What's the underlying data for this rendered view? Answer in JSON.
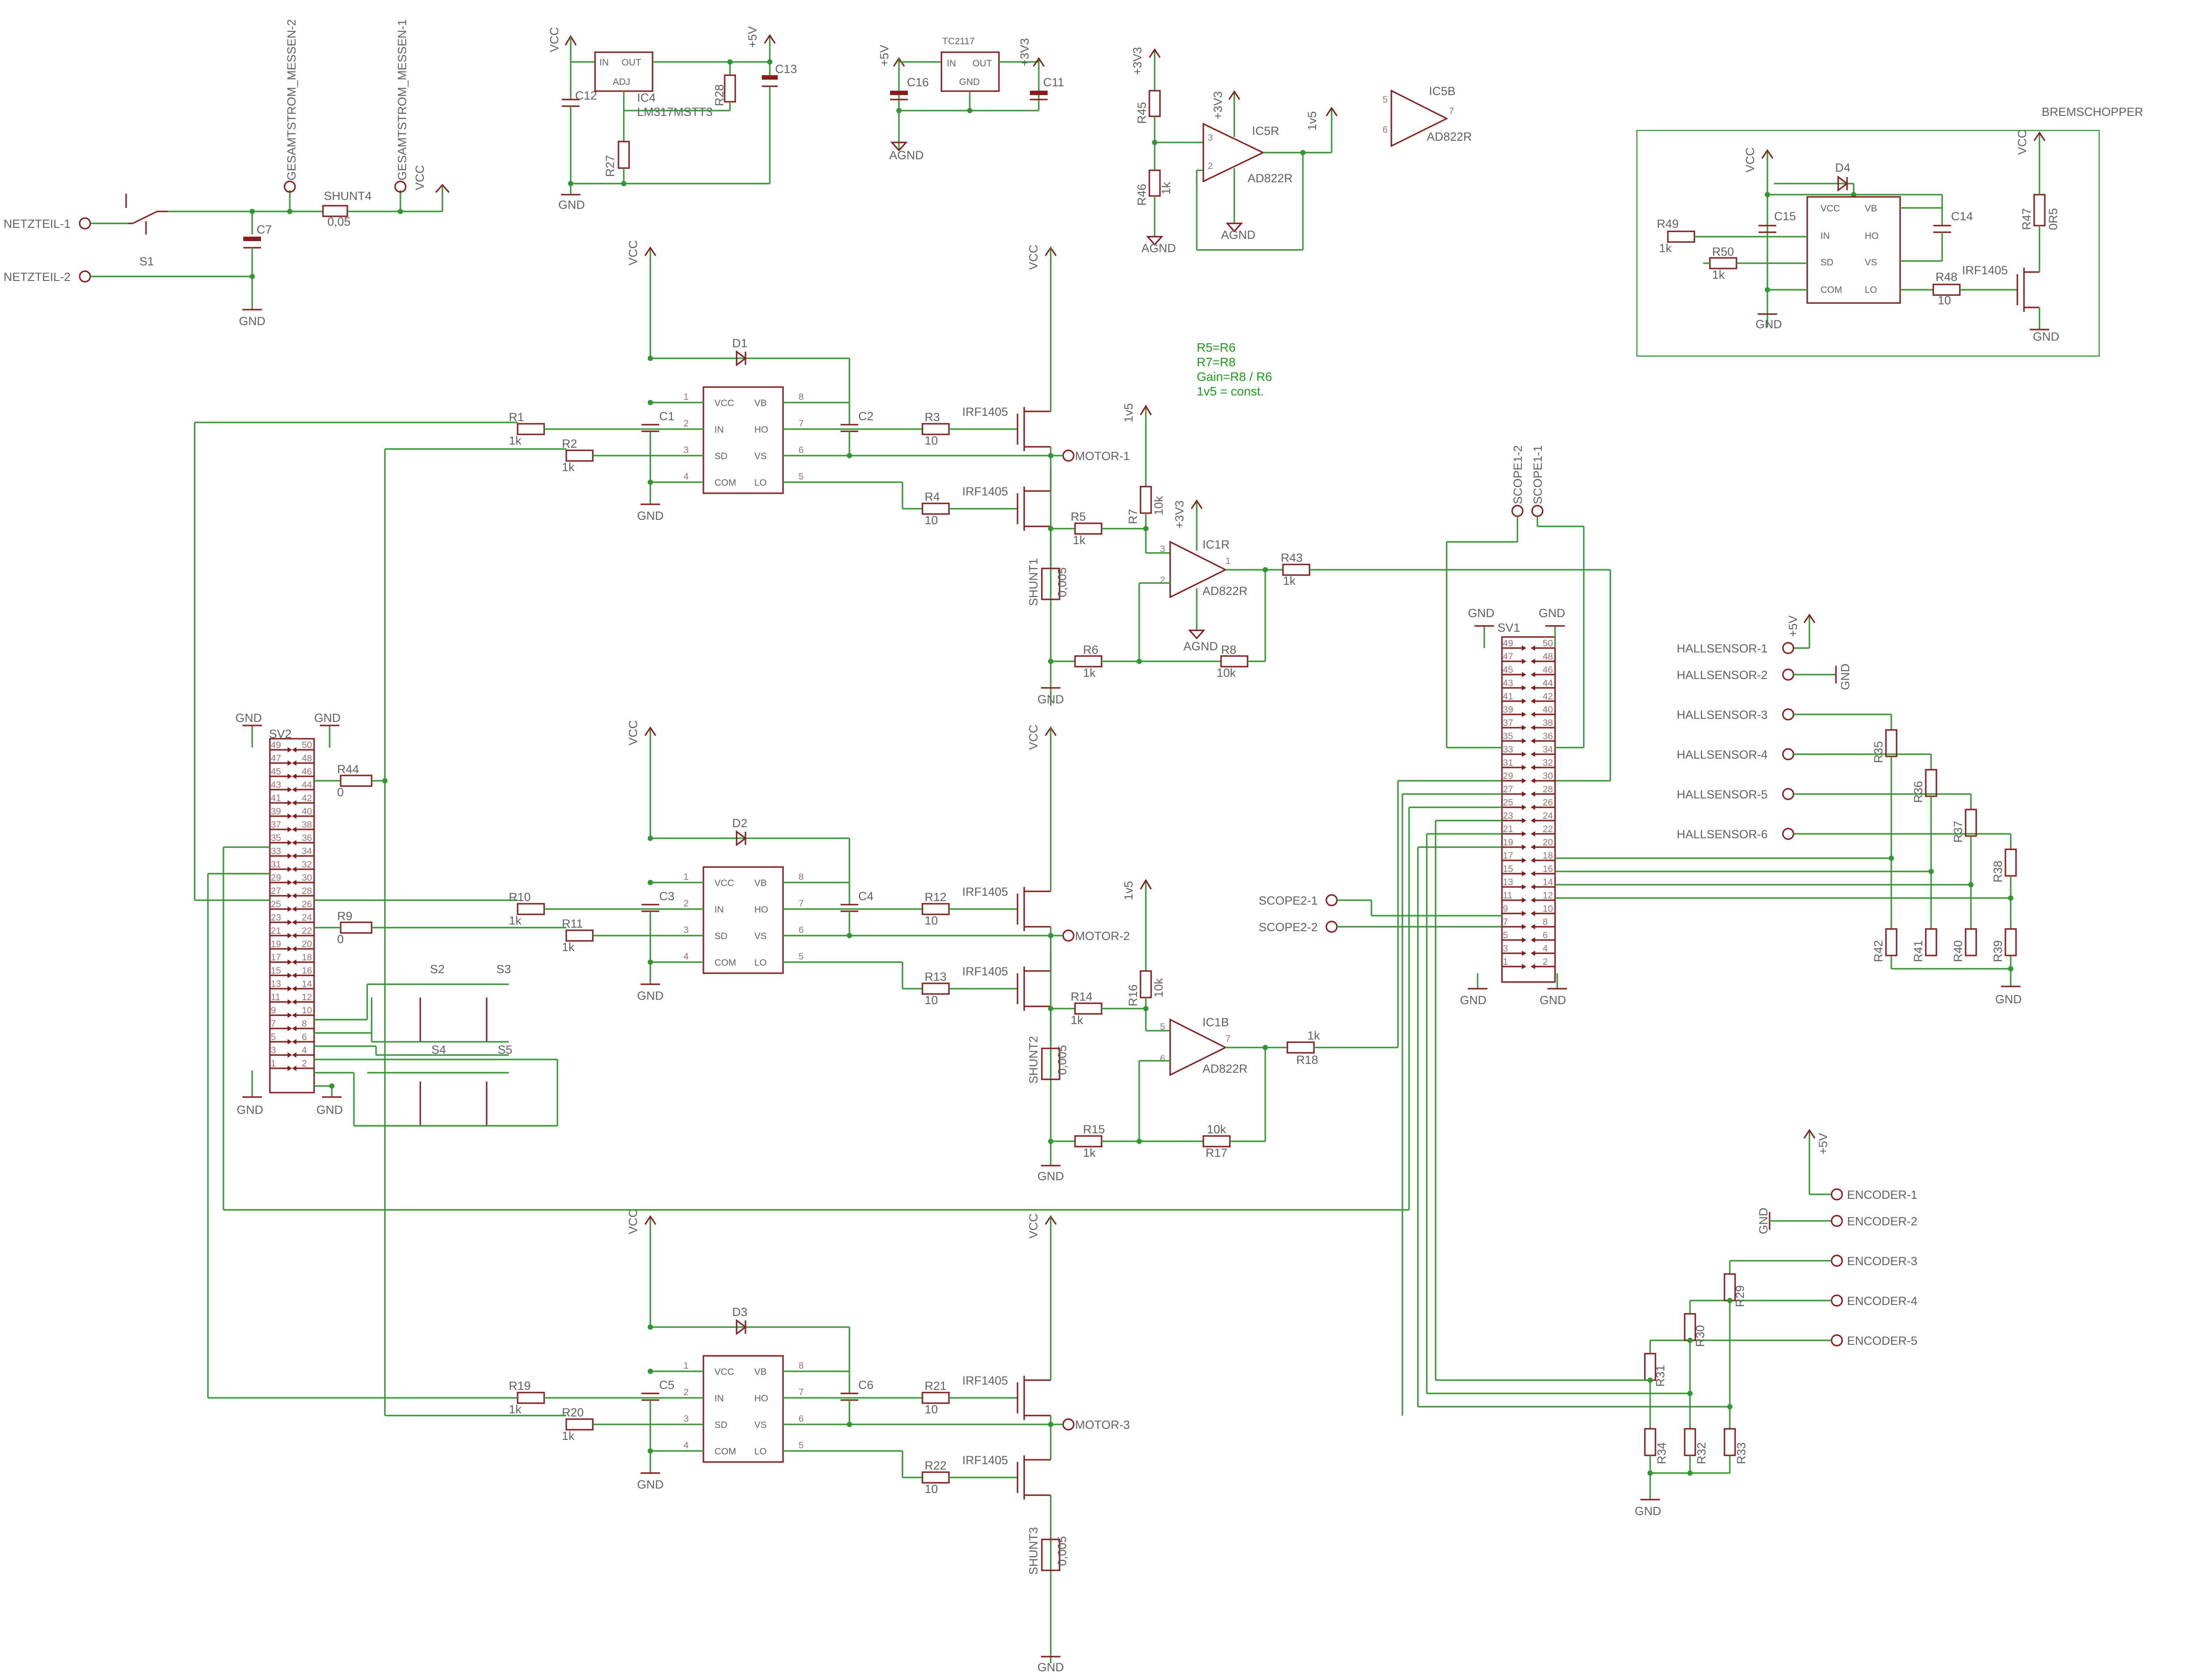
{
  "labels": {
    "netzteil1": "NETZTEIL-1",
    "netzteil2": "NETZTEIL-2",
    "s1": "S1",
    "c7": "C7",
    "shunt4": "SHUNT4",
    "shunt4_val": "0,05",
    "gs2": "GESAMTSTROM_MESSEN-2",
    "gs1": "GESAMTSTROM_MESSEN-1",
    "vcc": "VCC",
    "gnd": "GND",
    "agnd": "AGND",
    "v5": "+5V",
    "v3v3": "+3V3",
    "v1v5": "1v5",
    "ic4": "IC4",
    "ic4_part": "LM317MSTT3",
    "c12": "C12",
    "c13": "C13",
    "r27": "R27",
    "r28": "R28",
    "in": "IN",
    "out": "OUT",
    "adj": "ADJ",
    "tc2117": "TC2117",
    "c16": "C16",
    "c11": "C11",
    "r45": "R45",
    "r46": "R46",
    "r46_val": "1k",
    "ic5r": "IC5R",
    "ic5b": "IC5B",
    "ad822r": "AD822R",
    "bremschopper": "BREMSCHOPPER",
    "r49": "R49",
    "r50": "R50",
    "k1": "1k",
    "c15": "C15",
    "c14": "C14",
    "d4": "D4",
    "r47": "R47",
    "r47_val": "0R5",
    "r48": "R48",
    "ten": "10",
    "irf1405": "IRF1405",
    "vcc_p": "VCC",
    "vb": "VB",
    "in_p": "IN",
    "ho": "HO",
    "sd": "SD",
    "vs": "VS",
    "com": "COM",
    "lo": "LO",
    "note1": "R5=R6",
    "note2": "R7=R8",
    "note3": "Gain=R8 / R6",
    "note4": "1v5 = const.",
    "d1": "D1",
    "c1": "C1",
    "c2": "C2",
    "r1": "R1",
    "r2": "R2",
    "r3": "R3",
    "r4": "R4",
    "motor1": "MOTOR-1",
    "r5": "R5",
    "r6": "R6",
    "r7": "R7",
    "r8": "R8",
    "k10": "10k",
    "shunt1": "SHUNT1",
    "shunt_val": "0,005",
    "ic1r": "IC1R",
    "ic1b": "IC1B",
    "r43": "R43",
    "scope1_2": "SCOPE1-2",
    "scope1_1": "SCOPE1-1",
    "sv1": "SV1",
    "sv2": "SV2",
    "hall1": "HALLSENSOR-1",
    "hall2": "HALLSENSOR-2",
    "hall3": "HALLSENSOR-3",
    "hall4": "HALLSENSOR-4",
    "hall5": "HALLSENSOR-5",
    "hall6": "HALLSENSOR-6",
    "r35": "R35",
    "r36": "R36",
    "r37": "R37",
    "r38": "R38",
    "r39": "R39",
    "r40": "R40",
    "r41": "R41",
    "r42": "R42",
    "scope2_1": "SCOPE2-1",
    "scope2_2": "SCOPE2-2",
    "r44": "R44",
    "zero": "0",
    "r9": "R9",
    "d2": "D2",
    "c3": "C3",
    "c4": "C4",
    "r10": "R10",
    "r11": "R11",
    "r12": "R12",
    "r13": "R13",
    "motor2": "MOTOR-2",
    "r14": "R14",
    "r15": "R15",
    "r16": "R16",
    "r17": "R17",
    "r18": "R18",
    "shunt2": "SHUNT2",
    "s2": "S2",
    "s3": "S3",
    "s4": "S4",
    "s5": "S5",
    "encoder1": "ENCODER-1",
    "encoder2": "ENCODER-2",
    "encoder3": "ENCODER-3",
    "encoder4": "ENCODER-4",
    "encoder5": "ENCODER-5",
    "r29": "R29",
    "r30": "R30",
    "r31": "R31",
    "r32": "R32",
    "r33": "R33",
    "r34": "R34",
    "d3": "D3",
    "c5": "C5",
    "c6": "C6",
    "r19": "R19",
    "r20": "R20",
    "r21": "R21",
    "r22": "R22",
    "motor3": "MOTOR-3",
    "shunt3": "SHUNT3"
  },
  "pin_numbers_left": [
    "49",
    "47",
    "45",
    "43",
    "41",
    "39",
    "37",
    "35",
    "33",
    "31",
    "29",
    "27",
    "25",
    "23",
    "21",
    "19",
    "17",
    "15",
    "13",
    "11",
    "9",
    "7",
    "5",
    "3",
    "1"
  ],
  "pin_numbers_right": [
    "50",
    "48",
    "46",
    "44",
    "42",
    "40",
    "38",
    "36",
    "34",
    "32",
    "30",
    "28",
    "26",
    "24",
    "22",
    "20",
    "18",
    "16",
    "14",
    "12",
    "10",
    "8",
    "6",
    "4",
    "2"
  ],
  "colors": {
    "wire": "#2e9a2e",
    "symbol": "#8b1a1a",
    "text": "#606060",
    "note": "#19a019"
  }
}
